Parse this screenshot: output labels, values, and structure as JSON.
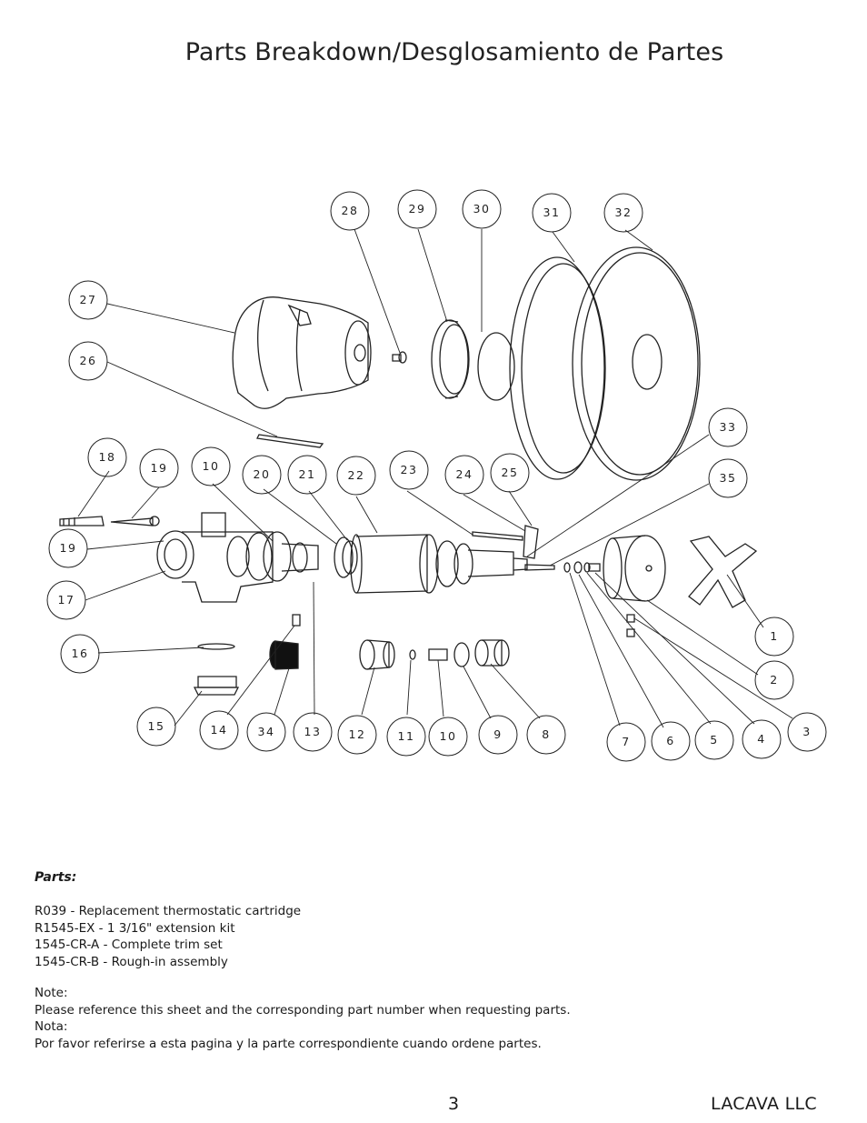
{
  "header": {
    "title": "Parts Breakdown/Desglosamiento de Partes"
  },
  "diagram": {
    "callouts": [
      "28",
      "29",
      "30",
      "31",
      "32",
      "27",
      "26",
      "33",
      "35",
      "18",
      "19",
      "10",
      "20",
      "21",
      "22",
      "23",
      "24",
      "25",
      "19",
      "17",
      "1",
      "2",
      "16",
      "3",
      "15",
      "14",
      "34",
      "13",
      "12",
      "11",
      "10",
      "9",
      "8",
      "7",
      "6",
      "5",
      "4"
    ]
  },
  "parts": {
    "heading": "Parts:",
    "items": [
      "R039 - Replacement thermostatic cartridge",
      "R1545-EX -  1 3/16\" extension kit",
      "1545-CR-A - Complete trim set",
      "1545-CR-B - Rough-in assembly"
    ]
  },
  "notes": [
    "Note:",
    "Please reference this sheet and the corresponding part number when requesting parts.",
    "Nota:",
    "Por favor referirse a esta pagina y la parte correspondiente cuando ordene partes."
  ],
  "footer": {
    "page": "3",
    "company": "LACAVA LLC"
  }
}
